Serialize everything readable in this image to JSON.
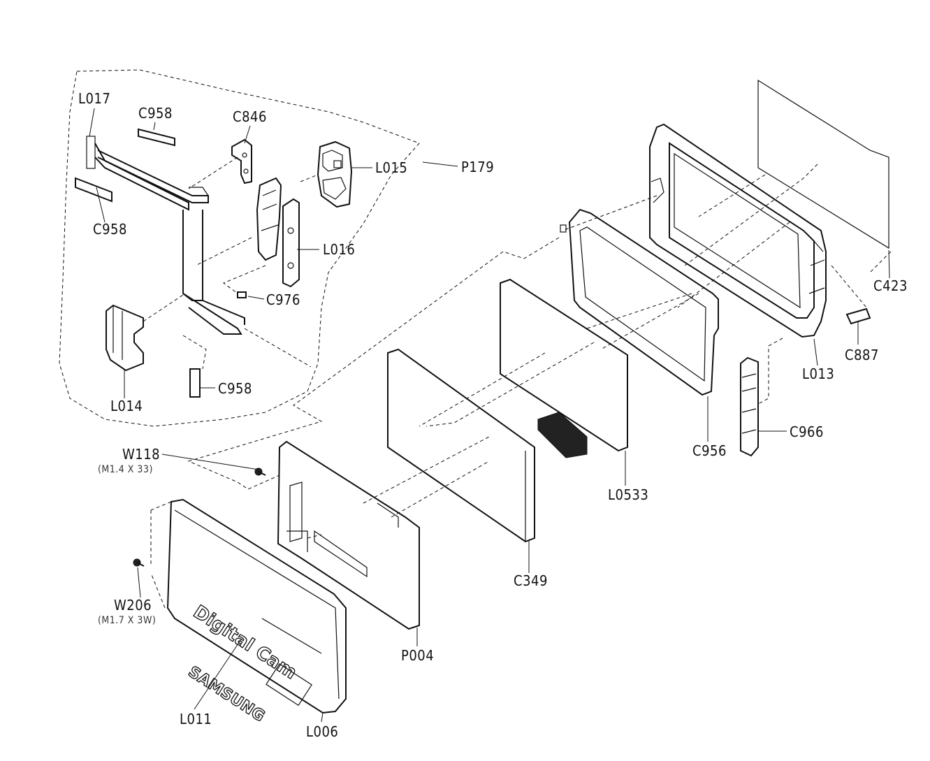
{
  "diagram": {
    "labels": {
      "L017": "L017",
      "C958_top": "C958",
      "C846": "C846",
      "L015": "L015",
      "P179": "P179",
      "C958_left": "C958",
      "L016": "L016",
      "C976": "C976",
      "L014": "L014",
      "C958_bottom": "C958",
      "C423": "C423",
      "C887": "C887",
      "L013": "L013",
      "C966": "C966",
      "C956": "C956",
      "L0533": "L0533",
      "W118": "W118",
      "W118_spec": "(M1.4 X 33)",
      "C349": "C349",
      "W206": "W206",
      "W206_spec": "(M1.7 X 3W)",
      "P004": "P004",
      "L011": "L011",
      "L006": "L006"
    },
    "markings": {
      "front_text": "Digital Cam",
      "logo": "SAMSUNG"
    }
  }
}
